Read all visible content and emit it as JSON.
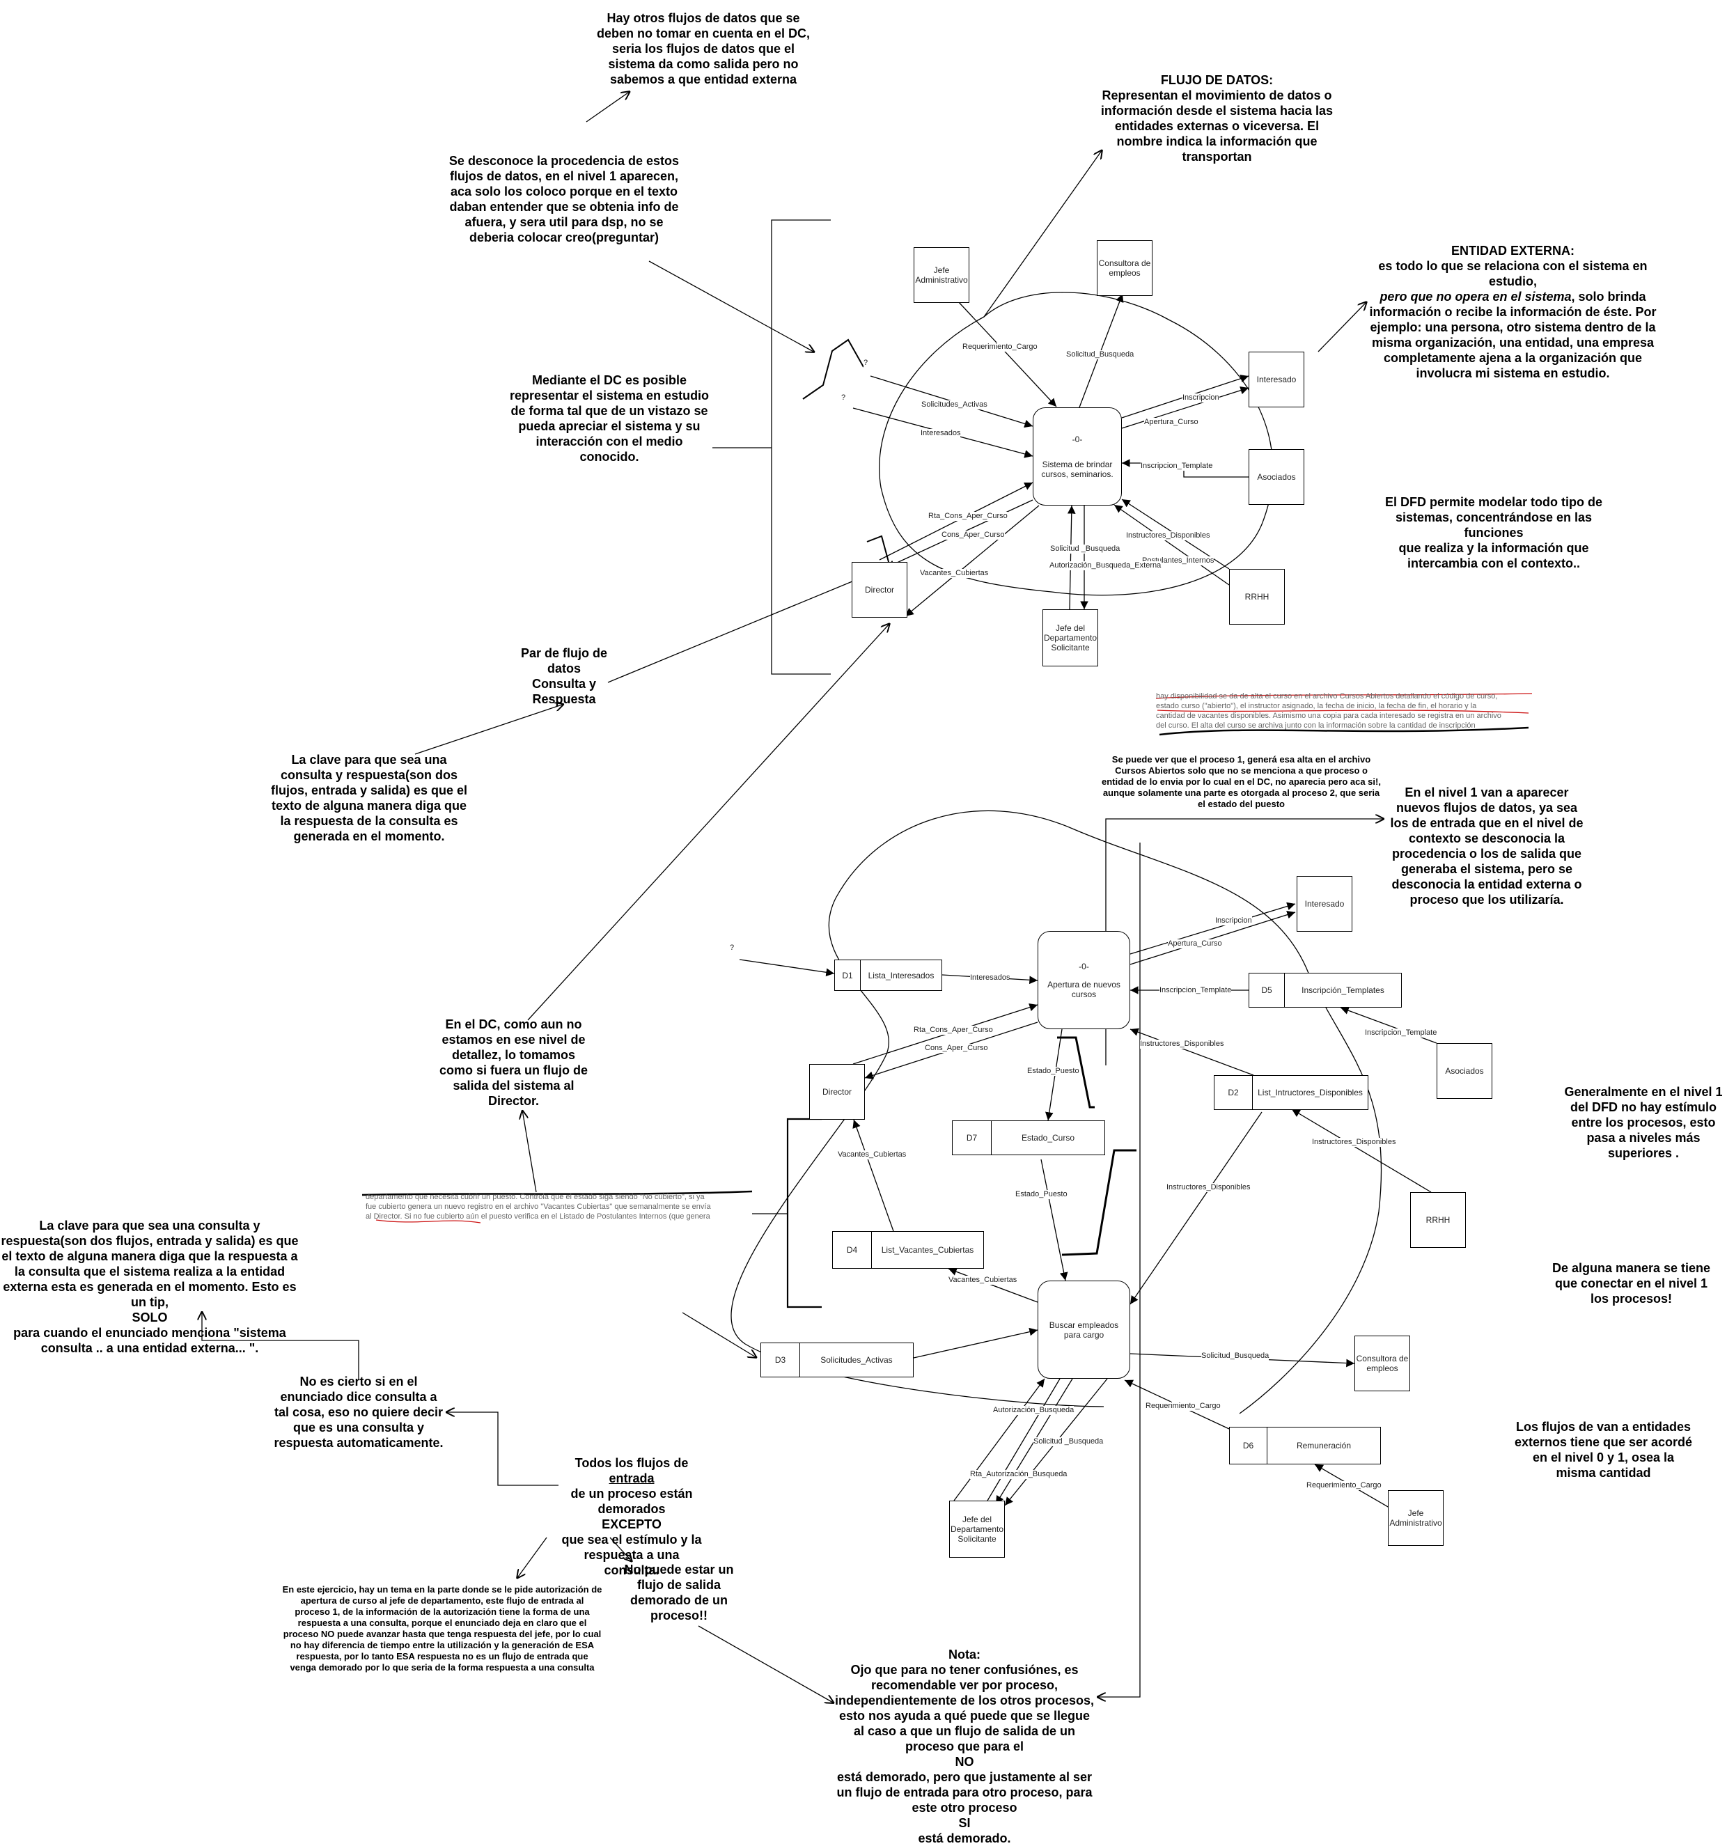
{
  "notes": {
    "otros_flujos": "Hay otros flujos de datos que se deben no tomar en cuenta en el DC, seria los flujos de datos que el sistema da como salida pero no sabemos a que entidad externa",
    "flujo_de_datos_title": "FLUJO DE DATOS:",
    "flujo_de_datos_body": "Representan el movimiento de datos o información desde el sistema hacia las entidades externas o viceversa. El nombre indica la información que transportan",
    "se_desconoce": "Se desconoce la procedencia de estos flujos de datos, en el nivel 1 aparecen, aca solo los coloco porque en el texto daban entender que se obtenia info de afuera, y sera util para dsp, no se deberia colocar creo(preguntar)",
    "entidad_externa_title": "ENTIDAD EXTERNA:",
    "entidad_externa_body1": "es todo lo que se relaciona con el sistema en estudio,",
    "entidad_externa_italic": "pero que no opera en el sistema",
    "entidad_externa_body2": ", solo brinda información o recibe la información de éste. Por ejemplo: una persona, otro sistema dentro de la misma organización, una entidad, una empresa completamente ajena a la organización que involucra mi sistema en estudio.",
    "mediante_dc": "Mediante el DC es posible representar el sistema en estudio de forma tal que de un vistazo se pueda apreciar el sistema y su interacción con el medio conocido.",
    "dfd_permite": "El DFD permite modelar todo tipo de sistemas, concentrándose en las funciones\nque realiza y la información que intercambia con el contexto..",
    "par_flujo": "Par de flujo de datos\nConsulta y Respuesta",
    "clave_consulta_1": "La clave para que sea una consulta y respuesta(son dos flujos, entrada y salida) es que el texto de alguna manera diga que la respuesta de la consulta es generada en el momento.",
    "se_puede_ver": "Se puede ver que el proceso 1, generá esa alta en el archivo Cursos Abiertos solo que no se menciona a que proceso o entidad de lo envia por lo cual en el DC, no aparecia pero aca si!, aunque solamente una parte es otorgada al proceso 2, que seria el estado del puesto",
    "en_nivel_1": "En el nivel 1 van a aparecer nuevos flujos de datos, ya sea los de entrada que en el nivel de contexto se desconocia la procedencia o los de salida que generaba el sistema, pero se desconocia la entidad externa o proceso que los utilizaría.",
    "en_el_dc": "En el DC, como aun no estamos en ese nivel de detallez, lo tomamos como si fuera un flujo de salida del sistema al Director.",
    "generalmente": "Generalmente en el nivel 1 del DFD no hay estímulo entre los procesos, esto pasa a niveles más superiores .",
    "clave_consulta_2_a": "La clave para que sea una consulta y respuesta(son dos flujos, entrada y salida) es que el texto de alguna manera diga que la respuesta a la consulta que el sistema realiza a la entidad externa esta es generada en el momento. Esto es un tip,",
    "clave_consulta_2_bold": "SOLO",
    "clave_consulta_2_b": "para cuando el enunciado menciona \"sistema consulta ..  a una entidad externa... \".",
    "de_alguna_manera": "De alguna manera se tiene que conectar en el nivel 1 los procesos!",
    "no_es_cierto": "No es cierto si en el enunciado dice consulta a tal cosa, eso no quiere decir que es una consulta y respuesta automaticamente.",
    "todos_flujos_a": "Todos los flujos de",
    "todos_flujos_u": "entrada",
    "todos_flujos_b": "de un proceso están demorados",
    "todos_flujos_bold": "EXCEPTO",
    "todos_flujos_c": "que sea el estímulo y la respuesta a una consulta.",
    "los_flujos_van": "Los flujos de van a entidades externos tiene que ser acordé en el nivel 0 y 1, osea la misma cantidad",
    "en_este_ejercicio": "En este ejercicio, hay un tema en la parte donde se le pide autorización de apertura de curso al jefe de departamento, este flujo de entrada al proceso 1, de la información de la autorización tiene la forma de una respuesta a una consulta, porque el enunciado deja en claro que el proceso NO puede avanzar hasta que tenga respuesta del jefe, por lo cual no hay diferencia de tiempo entre la utilización y la generación de ESA respuesta, por lo tanto ESA respuesta no es un flujo de entrada que venga demorado por lo que seria de la forma respuesta a una consulta",
    "no_puede_estar": "No puede estar un flujo de salida demorado de un proceso!!",
    "nota_label": "Nota:",
    "nota_body_a": "Ojo que para no tener confusiónes, es recomendable ver por proceso, independientemente de los otros procesos, esto nos ayuda a qué puede que se llegue al caso a que un flujo de salida de un proceso que para el",
    "nota_no": "NO",
    "nota_body_b": "está demorado, pero que justamente al ser un flujo de entrada para otro proceso, para este otro proceso",
    "nota_si": "SI",
    "nota_body_c": "está demorado."
  },
  "scanned_text": {
    "top_line1": "hay disponibilidad se da de alta el curso en el archivo Cursos Abiertos detallando el código de curso,",
    "top_line2": "estado curso (\"abierto\"), el instructor asignado, la fecha de inicio, la fecha de fin, el horario y la",
    "top_line3": "cantidad de vacantes disponibles. Asimismo una copia para cada interesado se registra en un archivo",
    "top_line4": "del curso. El alta del curso se archiva junto con la información sobre la cantidad de inscripción",
    "bot_line1": "departamento que necesita cubrir un puesto. Controla que el estado siga siendo \"No cubierto\", si ya",
    "bot_line2": "fue cubierto genera un nuevo registro en el archivo \"Vacantes Cubiertas\" que semanalmente se envía",
    "bot_line3": "al Director. Si no fue cubierto aún el puesto verifica en el Listado de Postulantes Internos (que genera"
  },
  "dc": {
    "process_id": "-0-",
    "process_name": "Sistema de brindar cursos, seminarios.",
    "entities": {
      "jefe_admin": "Jefe Administrativo",
      "consultora": "Consultora de empleos",
      "interesado": "Interesado",
      "asociados": "Asociados",
      "rrhh": "RRHH",
      "director": "Director",
      "jefe_depto": "Jefe del Departamento Solicitante"
    },
    "flows": {
      "requerimiento_cargo": "Requerimiento_Cargo",
      "solicitud_busqueda": "Solicitud_Busqueda",
      "inscripcion": "Inscripcion",
      "apertura_curso": "Apertura_Curso",
      "inscripcion_template": "Inscripcion_Template",
      "instructores_disponibles": "Instructores_Disponibles",
      "postulantes_internos": "Postulantes_Internos",
      "solicitud_busqueda2": "Solicitud _Busqueda",
      "autorizacion": "Autorización_Busqueda_Externa",
      "vacantes_cubiertas": "Vacantes_Cubiertas",
      "cons_aper_curso": "Cons_Aper_Curso",
      "rta_cons_aper_curso": "Rta_Cons_Aper_Curso",
      "interesados": "Interesados",
      "solicitudes_activas": "Solicitudes_Activas",
      "q1": "?",
      "q2": "?"
    }
  },
  "nivel1": {
    "p1_id": "-0-",
    "p1_name": "Apertura de nuevos cursos",
    "p2_name": "Buscar empleados para cargo",
    "stores": {
      "d1_id": "D1",
      "d1_name": "Lista_Interesados",
      "d2_id": "D2",
      "d2_name": "List_Intructores_Disponibles",
      "d3_id": "D3",
      "d3_name": "Solicitudes_Activas",
      "d4_id": "D4",
      "d4_name": "List_Vacantes_Cubiertas",
      "d5_id": "D5",
      "d5_name": "Inscripción_Templates",
      "d6_id": "D6",
      "d6_name": "Remuneración",
      "d7_id": "D7",
      "d7_name": "Estado_Curso"
    },
    "entities": {
      "interesado": "Interesado",
      "asociados": "Asociados",
      "rrhh": "RRHH",
      "director": "Director",
      "consultora": "Consultora de empleos",
      "jefe_admin": "Jefe Administrativo",
      "jefe_depto": "Jefe del Departamento Solicitante"
    },
    "flows": {
      "q": "?",
      "interesados": "Interesados",
      "inscripcion": "Inscripcion",
      "apertura_curso": "Apertura_Curso",
      "inscripcion_template": "Inscripcion_Template",
      "inscripcion_template2": "Inscripcion_Template",
      "rta_cons_aper_curso": "Rta_Cons_Aper_Curso",
      "cons_aper_curso": "Cons_Aper_Curso",
      "estado_puesto": "Estado_Puesto",
      "estado_puesto2": "Estado_Puesto",
      "instructores_disponibles": "Instructores_Disponibles",
      "instructores_disponibles2": "Instructores_Disponibles",
      "instructores_disponibles3": "Instructores_Disponibles",
      "vacantes_cubiertas": "Vacantes_Cubiertas",
      "vacantes_cubiertas2": "Vacantes_Cubiertas",
      "solicitud_busqueda": "Solicitud_Busqueda",
      "requerimiento_cargo": "Requerimiento_Cargo",
      "requerimiento_cargo2": "Requerimiento_Cargo",
      "autorizacion_busqueda": "Autorización_Busqueda",
      "solicitud_busqueda2": "Solicitud _Busqueda",
      "rta_autorizacion": "Rta_Autorización_Busqueda"
    }
  }
}
